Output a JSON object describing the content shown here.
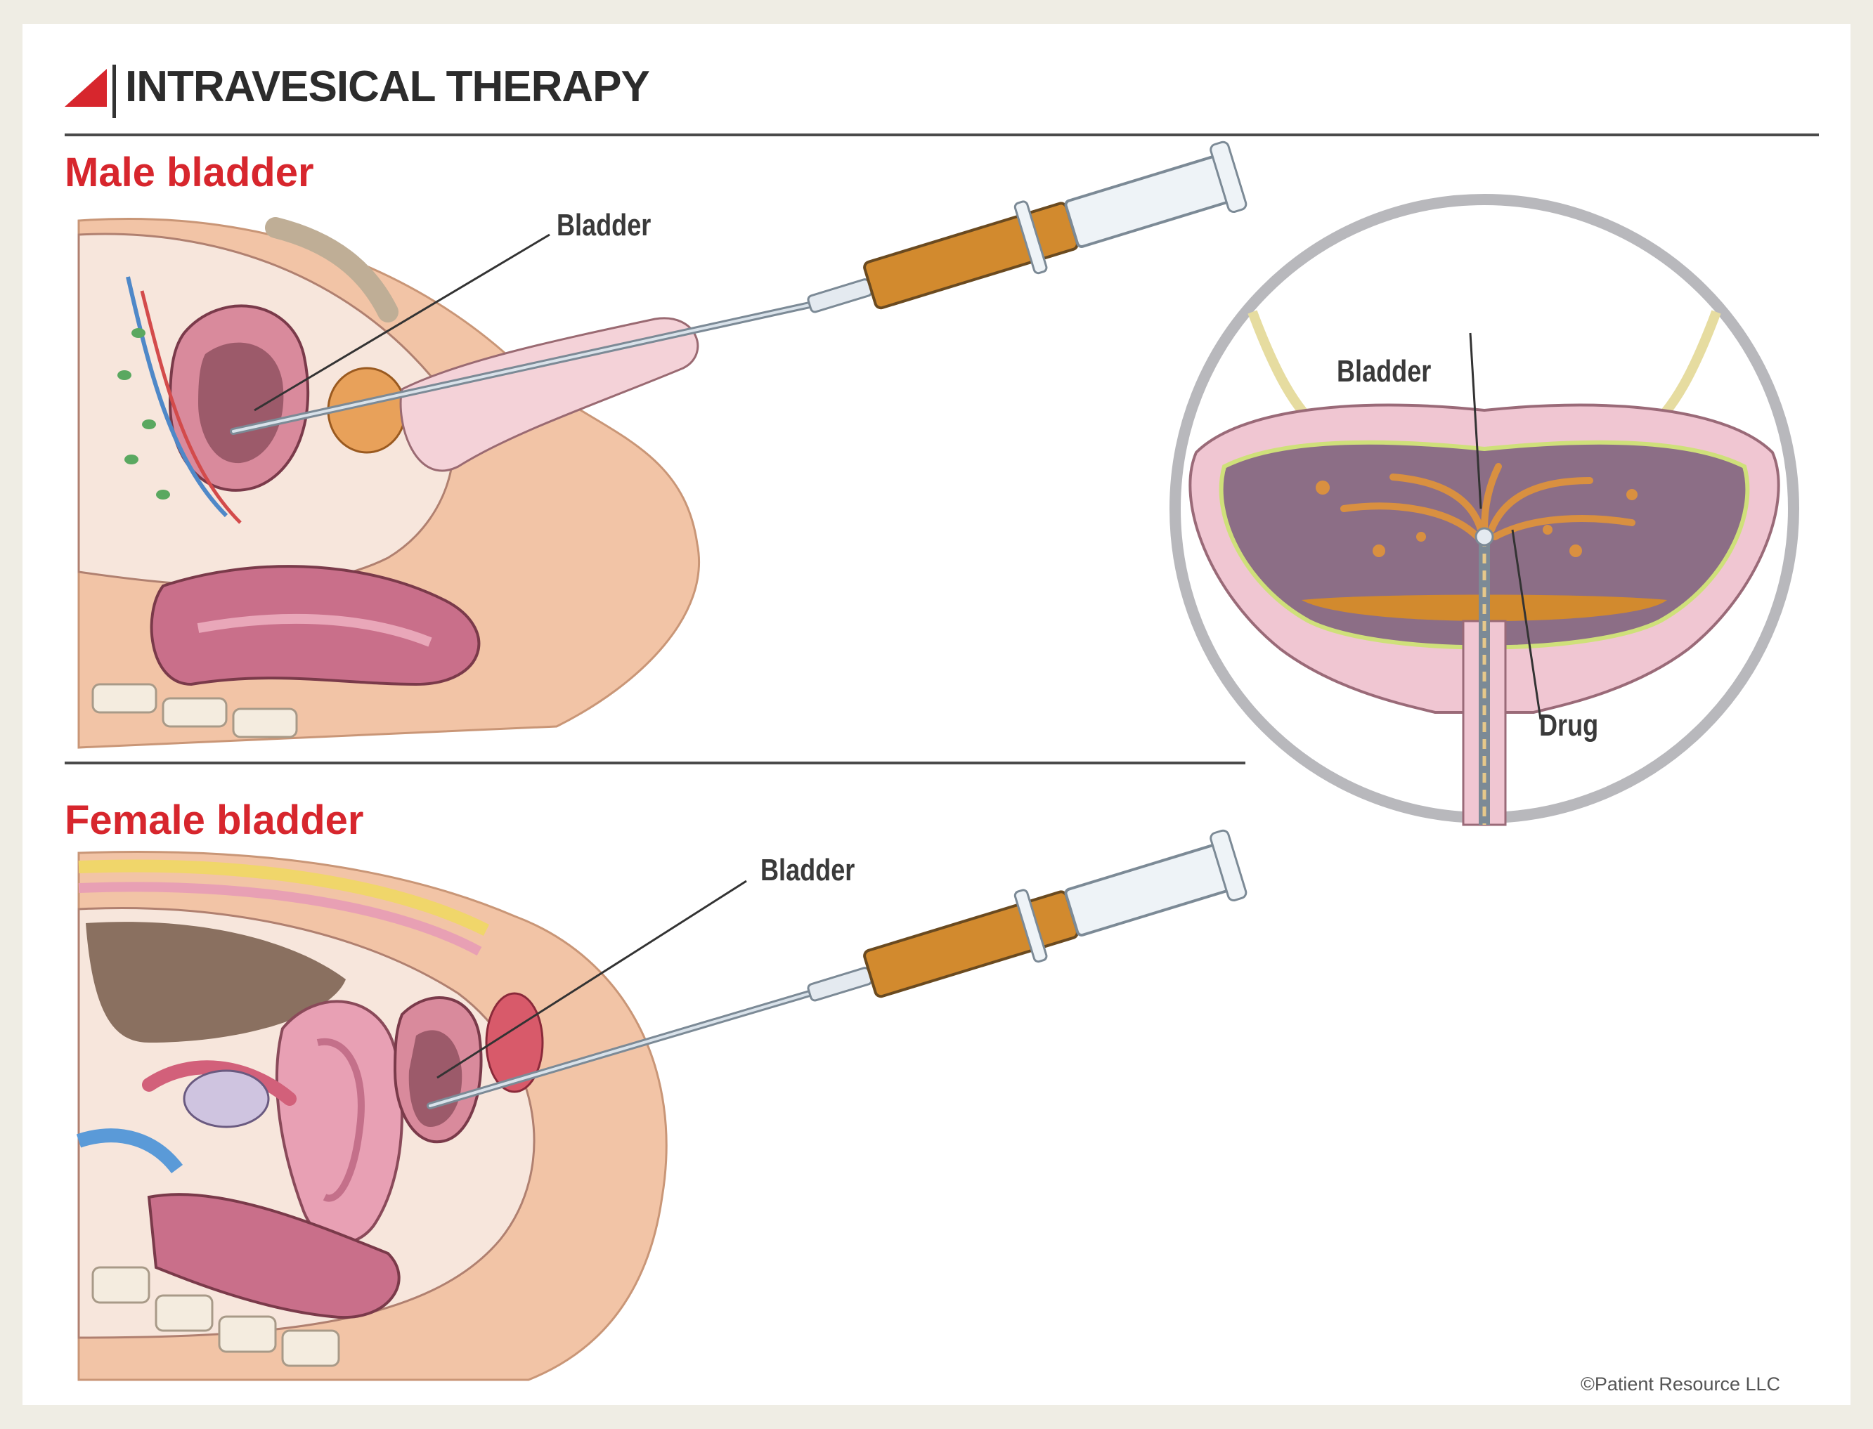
{
  "header": {
    "title": "INTRAVESICAL THERAPY"
  },
  "sections": {
    "male": {
      "label": "Male bladder",
      "callout": "Bladder"
    },
    "female": {
      "label": "Female bladder",
      "callout": "Bladder"
    }
  },
  "inset": {
    "bladder_label": "Bladder",
    "drug_label": "Drug"
  },
  "footer": {
    "copyright": "©Patient Resource LLC"
  },
  "colors": {
    "accent": "#d7262d",
    "rule": "#4a4a4a",
    "drug": "#c98a2e",
    "tissue_pink": "#e8b4c0",
    "skin": "#f2c4a6",
    "inset_ring": "#b8b8bc"
  }
}
